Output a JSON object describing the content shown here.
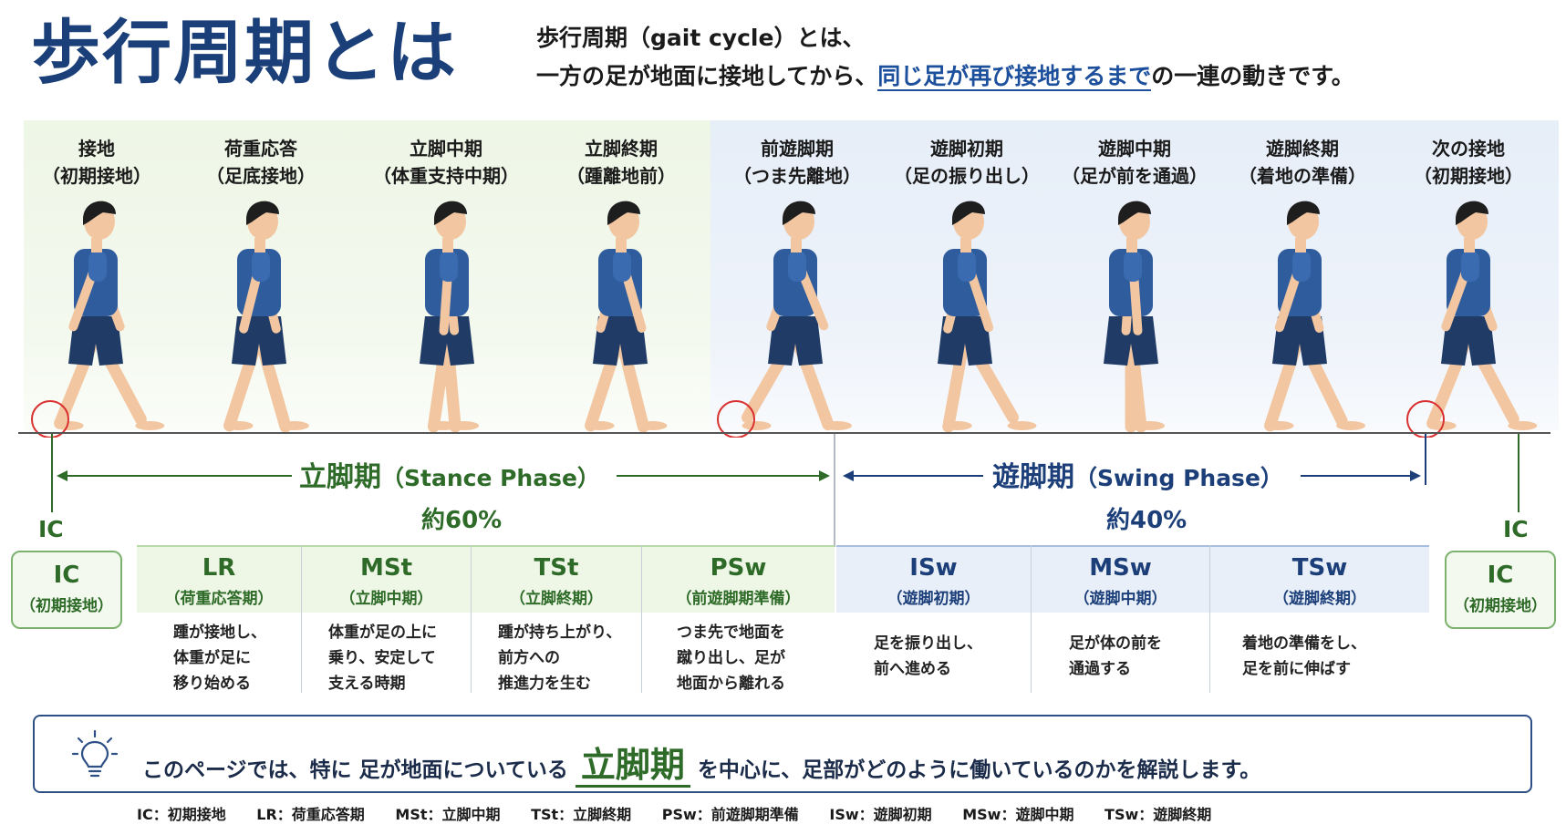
{
  "header": {
    "title": "歩行周期とは",
    "intro_line1": "歩行周期（gait cycle）とは、",
    "intro_line2_a": "一方の足が地面に接地してから、",
    "intro_line2_highlight": "同じ足が再び接地するまで",
    "intro_line2_b": "の一連の動きです。"
  },
  "phases": [
    {
      "name": "接地",
      "sub": "（初期接地）"
    },
    {
      "name": "荷重応答",
      "sub": "（足底接地）"
    },
    {
      "name": "立脚中期",
      "sub": "（体重支持中期）"
    },
    {
      "name": "立脚終期",
      "sub": "（踵離地前）"
    },
    {
      "name": "前遊脚期",
      "sub": "（つま先離地）"
    },
    {
      "name": "遊脚初期",
      "sub": "（足の振り出し）"
    },
    {
      "name": "遊脚中期",
      "sub": "（足が前を通過）"
    },
    {
      "name": "遊脚終期",
      "sub": "（着地の準備）"
    },
    {
      "name": "次の接地",
      "sub": "（初期接地）"
    }
  ],
  "stance": {
    "label": "立脚期",
    "label_en": "（Stance Phase）",
    "percent": "約60%"
  },
  "swing": {
    "label": "遊脚期",
    "label_en": "（Swing Phase）",
    "percent": "約40%"
  },
  "ic_marker": "IC",
  "ic_box": {
    "abbr": "IC",
    "jp": "（初期接地）"
  },
  "subphases": [
    {
      "abbr": "LR",
      "jp": "（荷重応答期）",
      "desc": "踵が接地し、\n体重が足に\n移り始める"
    },
    {
      "abbr": "MSt",
      "jp": "（立脚中期）",
      "desc": "体重が足の上に\n乗り、安定して\n支える時期"
    },
    {
      "abbr": "TSt",
      "jp": "（立脚終期）",
      "desc": "踵が持ち上がり、\n前方への\n推進力を生む"
    },
    {
      "abbr": "PSw",
      "jp": "（前遊脚期準備）",
      "desc": "つま先で地面を\n蹴り出し、足が\n地面から離れる"
    },
    {
      "abbr": "ISw",
      "jp": "（遊脚初期）",
      "desc": "足を振り出し、\n前へ進める"
    },
    {
      "abbr": "MSw",
      "jp": "（遊脚中期）",
      "desc": "足が体の前を\n通過する"
    },
    {
      "abbr": "TSw",
      "jp": "（遊脚終期）",
      "desc": "着地の準備をし、\n足を前に伸ばす"
    }
  ],
  "tip": {
    "before": "このページでは、特に 足が地面についている",
    "emphasis": "立脚期",
    "after": "を中心に、足部がどのように働いているのかを解説します。"
  },
  "legend": [
    "IC：初期接地",
    "LR：荷重応答期",
    "MSt：立脚中期",
    "TSt：立脚終期",
    "PSw：前遊脚期準備",
    "ISw：遊脚初期",
    "MSw：遊脚中期",
    "TSw：遊脚終期"
  ],
  "colors": {
    "stance": "#2e6b28",
    "swing": "#1c3f7a",
    "title": "#1b3f78",
    "ic_circle": "#d9302f"
  }
}
